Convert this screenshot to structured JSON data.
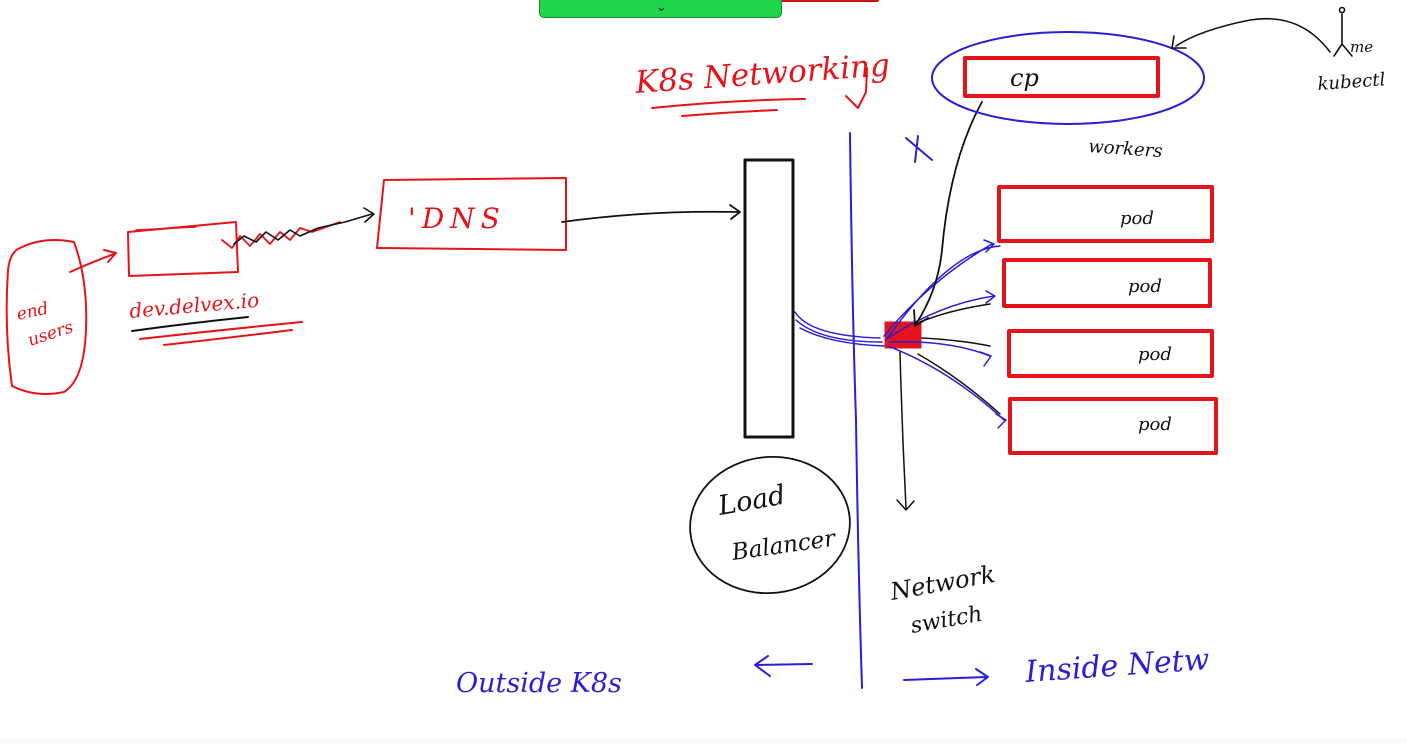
{
  "toolbar": {
    "chevron_glyph": "⌄"
  },
  "colors": {
    "red": "#e5141b",
    "blue": "#2a1ed6",
    "black": "#111111",
    "toolbar_green": "#1fd449"
  },
  "title": "K8s Networking",
  "labels": {
    "end_users_line1": "end",
    "end_users_line2": "users",
    "domain": "dev.delvex.io",
    "dns": "'DNS",
    "load_balancer_line1": "Load",
    "load_balancer_line2": "Balancer",
    "network_switch_line1": "Network",
    "network_switch_line2": "switch",
    "cp": "cp",
    "workers": "workers",
    "me": "me",
    "kubectl": "kubectl",
    "x_mark": "X",
    "outside": "Outside K8s",
    "inside": "Inside Netw"
  },
  "pods": [
    "pod",
    "pod",
    "pod",
    "pod"
  ]
}
